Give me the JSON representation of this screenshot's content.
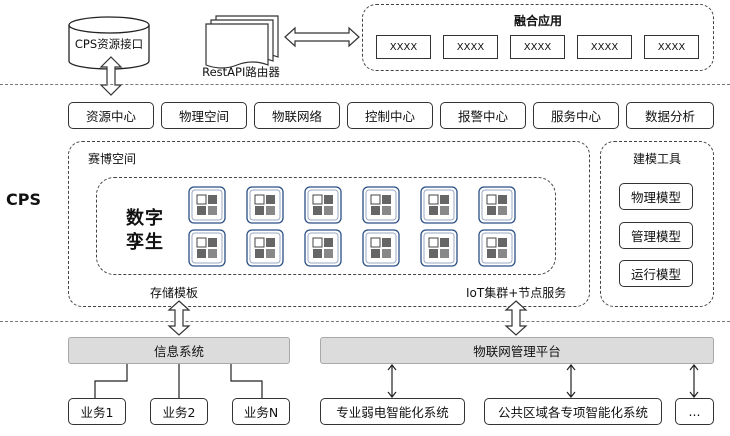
{
  "header": {
    "cps_interface_label": "CPS资源接口",
    "restapi_label": "RestAPI路由器",
    "fusion_title": "融合应用",
    "fusion_items": [
      "XXXX",
      "XXXX",
      "XXXX",
      "XXXX",
      "XXXX"
    ]
  },
  "side_label": "CPS",
  "centers": [
    "资源中心",
    "物理空间",
    "物联网络",
    "控制中心",
    "报警中心",
    "服务中心",
    "数据分析"
  ],
  "cyber_space": {
    "title": "赛博空间",
    "digital_twin_line1": "数字",
    "digital_twin_line2": "孪生",
    "storage_label": "存储模板",
    "iot_label": "IoT集群+节点服务"
  },
  "modeling_tools": {
    "title": "建模工具",
    "items": [
      "物理模型",
      "管理模型",
      "运行模型"
    ]
  },
  "bottom": {
    "info_system": "信息系统",
    "iot_platform": "物联网管理平台",
    "business": [
      "业务1",
      "业务2",
      "业务N"
    ],
    "systems": [
      "专业弱电智能化系统",
      "公共区域各专项智能化系统",
      "..."
    ]
  }
}
